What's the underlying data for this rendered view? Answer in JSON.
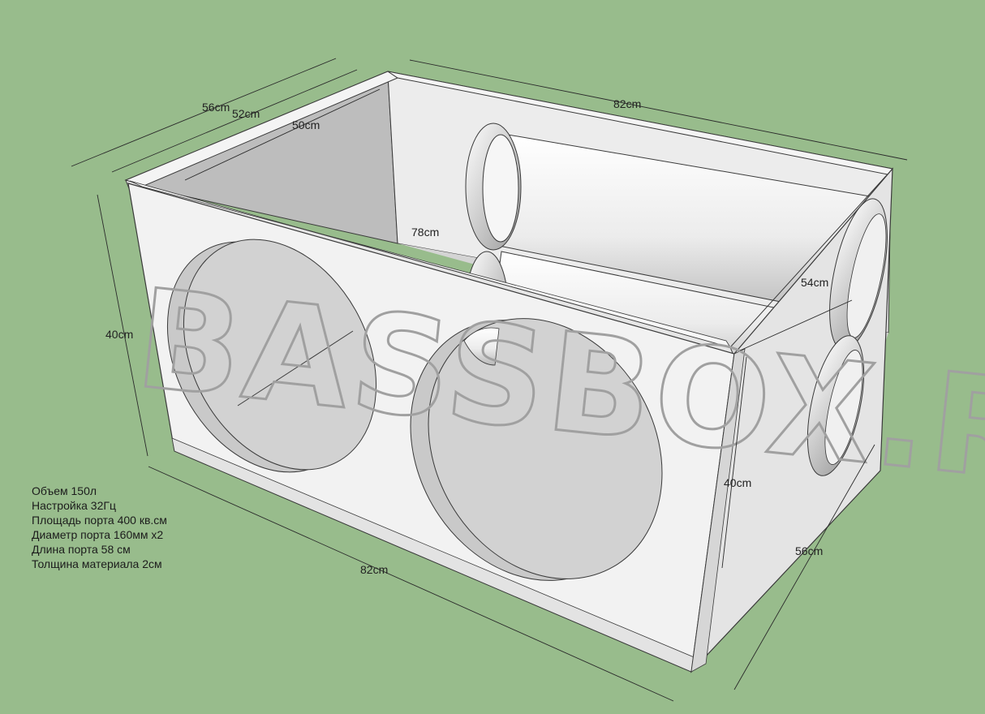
{
  "watermark": "BASSBOX.RU",
  "dimensions": {
    "top_depth_outer": "56cm",
    "top_depth_mid": "52cm",
    "top_depth_inner": "50cm",
    "top_length": "82cm",
    "inner_length": "78cm",
    "inner_side": "54cm",
    "front_height": "40cm",
    "side_height": "40cm",
    "bottom_length": "82cm",
    "bottom_depth": "56cm"
  },
  "specs": [
    "Объем 150л",
    "Настройка 32Гц",
    "Площадь порта 400 кв.см",
    "Диаметр порта 160мм x2",
    "Длина порта 58 см",
    "Толщина материала 2см"
  ],
  "colors": {
    "background": "#98bc8c",
    "panel_light": "#f2f2f2",
    "panel_mid": "#e0e0e0",
    "panel_dark": "#b9b9b9",
    "edge": "#3a3a3a"
  }
}
